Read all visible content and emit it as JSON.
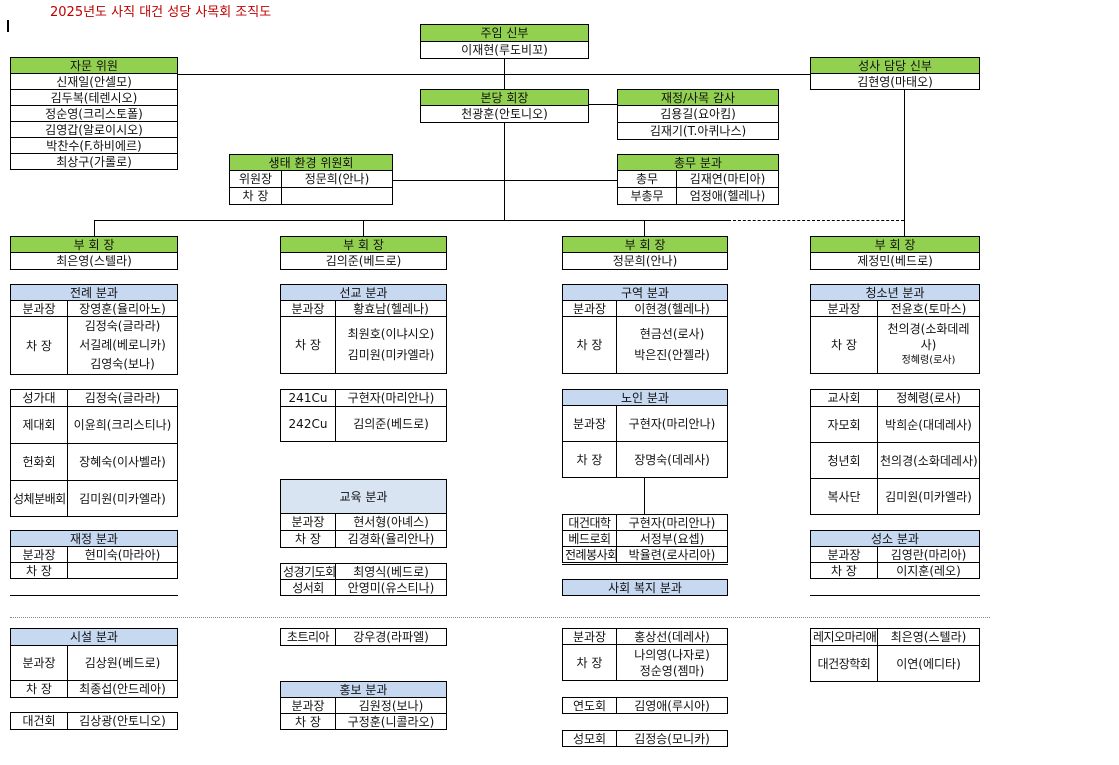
{
  "title": "2025년도 사직 대건 성당 사목회 조직도",
  "pastor": {
    "title": "주임 신부",
    "name": "이재현(루도비꼬)"
  },
  "advisors": {
    "title": "자문 위원",
    "members": [
      "신재일(안셀모)",
      "김두복(테렌시오)",
      "정순영(크리스토폴)",
      "김영갑(알로이시오)",
      "박찬수(F.하비에르)",
      "최상구(가롤로)"
    ]
  },
  "priest_in_charge": {
    "title": "성사 담당 신부",
    "name": "김현영(마태오)"
  },
  "chairman": {
    "title": "본당 회장",
    "name": "천광훈(안토니오)"
  },
  "audit": {
    "title": "재정/사목 감사",
    "members": [
      "김용길(요아킴)",
      "김재기(T.아퀴나스)"
    ]
  },
  "eco": {
    "title": "생태 환경 위원회",
    "rows": [
      [
        "위원장",
        "정문희(안나)"
      ],
      [
        "차   장",
        ""
      ]
    ]
  },
  "general": {
    "title": "총무 분과",
    "rows": [
      [
        "총무",
        "김재연(마티아)"
      ],
      [
        "부총무",
        "엄정애(헬레나)"
      ]
    ]
  },
  "vice": [
    {
      "title": "부 회 장",
      "name": "최은영(스텔라)"
    },
    {
      "title": "부 회 장",
      "name": "김의준(베드로)"
    },
    {
      "title": "부 회 장",
      "name": "정문희(안나)"
    },
    {
      "title": "부 회 장",
      "name": "제정민(베드로)"
    }
  ],
  "liturgy": {
    "title": "전례 분과",
    "head_role": "분과장",
    "head": "장영훈(율리아노)",
    "deputy_role": "차   장",
    "deputies": [
      "김정숙(글라라)",
      "서길례(베로니카)",
      "김영숙(보나)"
    ]
  },
  "liturgy_groups": [
    [
      "성가대",
      "김정숙(글라라)"
    ],
    [
      "제대회",
      "이윤희(크리스티나)"
    ],
    [
      "헌화회",
      "장혜숙(이사벨라)"
    ],
    [
      "성체분배회",
      "김미원(미카엘라)"
    ]
  ],
  "finance": {
    "title": "재정 분과",
    "rows": [
      [
        "분과장",
        "현미숙(마라아)"
      ],
      [
        "차   장",
        ""
      ]
    ]
  },
  "mission": {
    "title": "선교 분과",
    "head_role": "분과장",
    "head": "황효남(헬레나)",
    "deputy_role": "차   장",
    "deputies": [
      "최원호(이냐시오)",
      "김미원(미카엘라)"
    ]
  },
  "cu_groups": [
    [
      "241Cu",
      "구현자(마리안나)"
    ],
    [
      "242Cu",
      "김의준(베드로)"
    ]
  ],
  "education": {
    "title": "교육 분과",
    "rows": [
      [
        "분과장",
        "현서형(아녜스)"
      ],
      [
        "차   장",
        "김경화(율리안나)"
      ]
    ]
  },
  "education_groups": [
    [
      "성경기도회",
      "최영식(베드로)"
    ],
    [
      "성서회",
      "안영미(유스티나)"
    ]
  ],
  "district": {
    "title": "구역 분과",
    "head_role": "분과장",
    "head": "이현경(헬레나)",
    "deputy_role": "차   장",
    "deputies": [
      "현금선(로사)",
      "박은진(안젤라)"
    ]
  },
  "elderly": {
    "title": "노인 분과",
    "rows": [
      [
        "분과장",
        "구현자(마리안나)"
      ],
      [
        "차   장",
        "장명숙(데레사)"
      ]
    ]
  },
  "elderly_groups": [
    [
      "대건대학",
      "구현자(마리안나)"
    ],
    [
      "베드로회",
      "서정부(요셉)"
    ],
    [
      "전례봉사회",
      "박율련(로사리아)"
    ]
  ],
  "welfare": {
    "title": "사회 복지 분과"
  },
  "youth": {
    "title": "청소년 분과",
    "head_role": "분과장",
    "head": "전윤호(토마스)",
    "deputy_role": "차   장",
    "deputies": [
      "천의경(소화데레사)",
      "정혜령(로사)"
    ]
  },
  "youth_groups": [
    [
      "교사회",
      "정혜령(로사)"
    ],
    [
      "자모회",
      "박희순(대데레사)"
    ],
    [
      "청년회",
      "천의경(소화데레사)"
    ],
    [
      "복사단",
      "김미원(미카엘라)"
    ]
  ],
  "sanctity": {
    "title": "성소 분과",
    "rows": [
      [
        "분과장",
        "김영란(마리아)"
      ],
      [
        "차   장",
        "이지훈(레오)"
      ]
    ]
  },
  "facility": {
    "title": "시설 분과",
    "rows": [
      [
        "분과장",
        "김상원(베드로)"
      ],
      [
        "차   장",
        "최종섭(안드레아)"
      ]
    ]
  },
  "facility_group": [
    "대건회",
    "김상광(안토니오)"
  ],
  "misc_group": [
    "초트리아",
    "강우경(라파엘)"
  ],
  "pr": {
    "title": "홍보 분과",
    "rows": [
      [
        "분과장",
        "김원정(보나)"
      ],
      [
        "차   장",
        "구정훈(니콜라오)"
      ]
    ]
  },
  "welfare_body": {
    "rows": [
      [
        "분과장",
        "홍상선(데레사)"
      ],
      [
        "차   장",
        "나의영(나자로)"
      ]
    ],
    "extra": "정순영(젬마)"
  },
  "welfare_groups": [
    [
      "연도회",
      "김영애(루시아)"
    ],
    [
      "성모회",
      "김정승(모니카)"
    ]
  ],
  "right_groups": [
    [
      "레지오마리애",
      "최은영(스텔라)"
    ],
    [
      "대건장학회",
      "이연(에디타)"
    ]
  ]
}
